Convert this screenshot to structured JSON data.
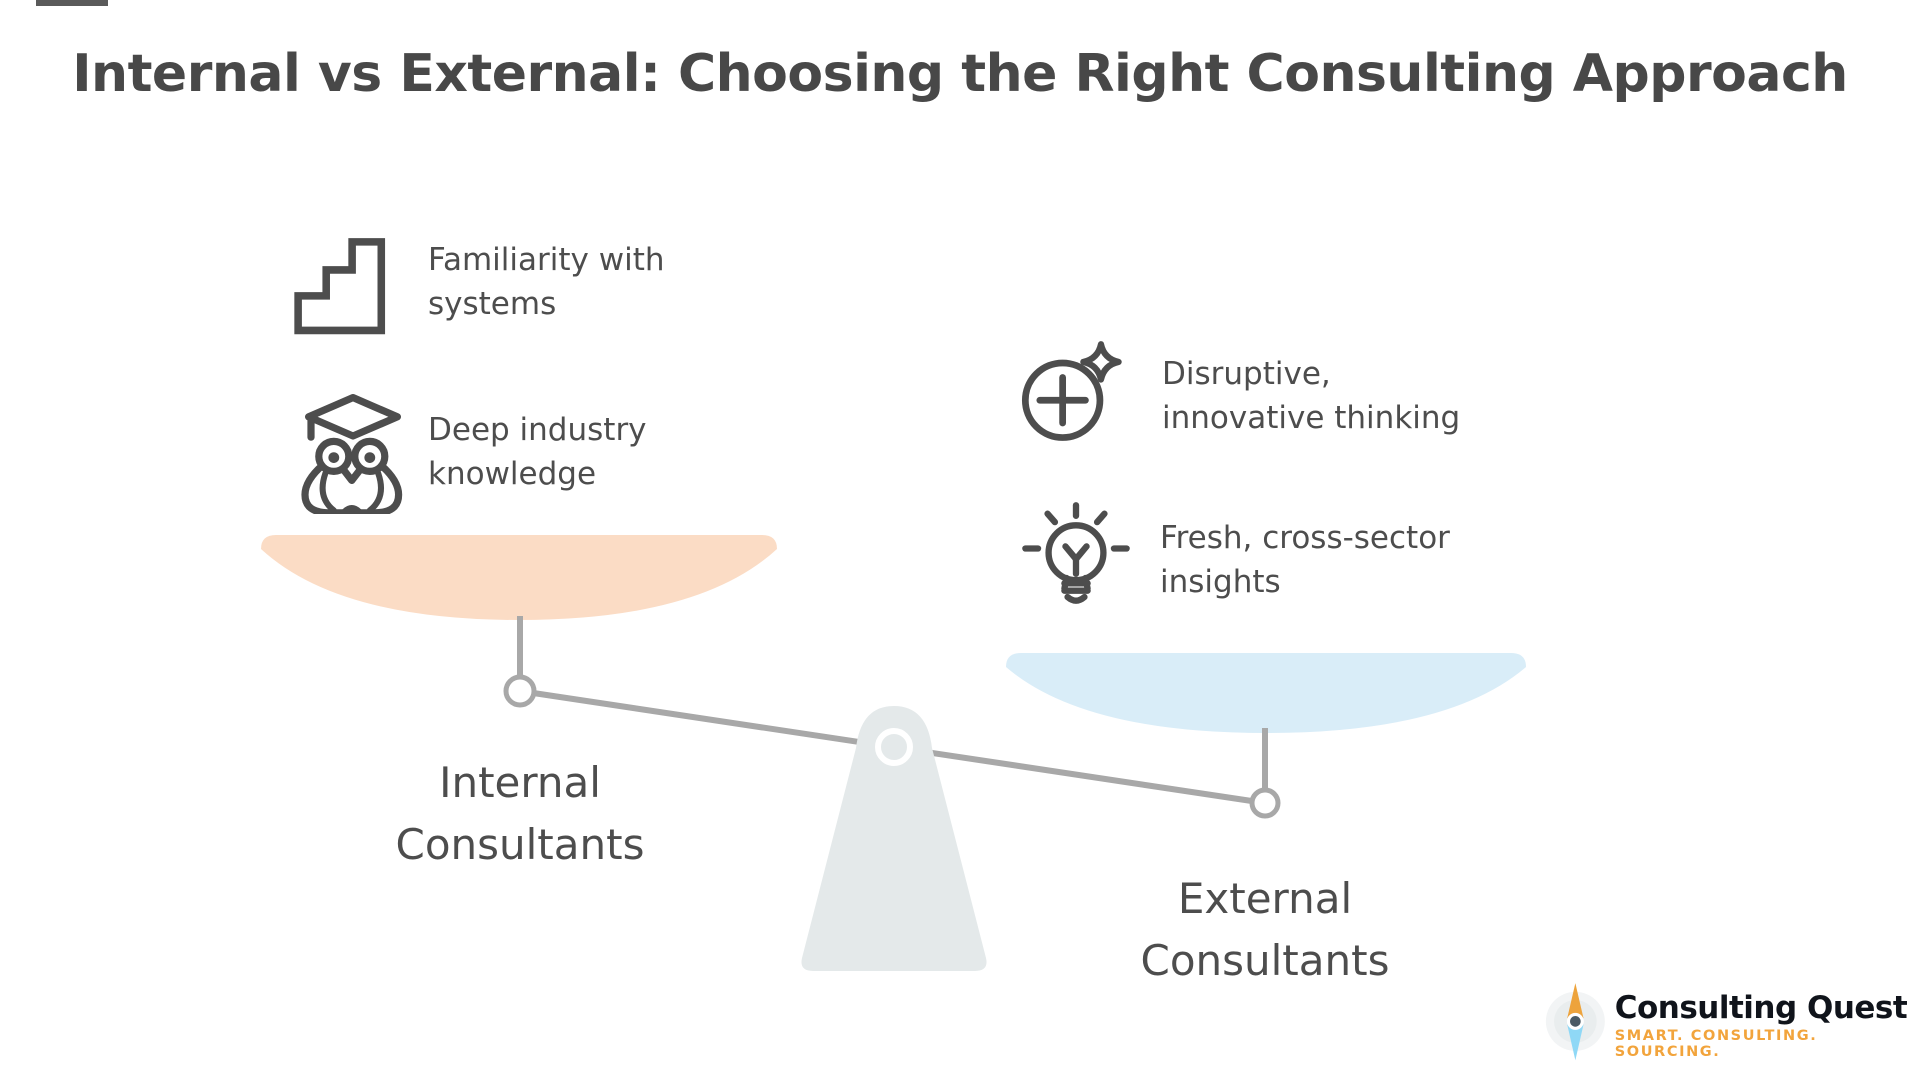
{
  "title": "Internal vs External: Choosing the Right Consulting Approach",
  "left": {
    "benefit1_line1": "Familiarity with",
    "benefit1_line2": "systems",
    "benefit2_line1": "Deep industry",
    "benefit2_line2": "knowledge",
    "label_line1": "Internal",
    "label_line2": "Consultants"
  },
  "right": {
    "benefit1_line1": "Disruptive,",
    "benefit1_line2": "innovative thinking",
    "benefit2_line1": "Fresh, cross-sector",
    "benefit2_line2": "insights",
    "label_line1": "External",
    "label_line2": "Consultants"
  },
  "logo": {
    "brand": "Consulting Quest",
    "tagline": "SMART. CONSULTING. SOURCING."
  },
  "colors": {
    "pan_left": "#fbdcc5",
    "pan_right": "#d9edf8",
    "ink": "#4d4d4d",
    "beam_gray": "#a8a8a8",
    "fulcrum_gray": "#e4e9ea",
    "logo_orange": "#eda33c",
    "logo_blue": "#8fd8f6",
    "tagline_orange": "#f2a43c",
    "brand_dark": "#10141b"
  }
}
